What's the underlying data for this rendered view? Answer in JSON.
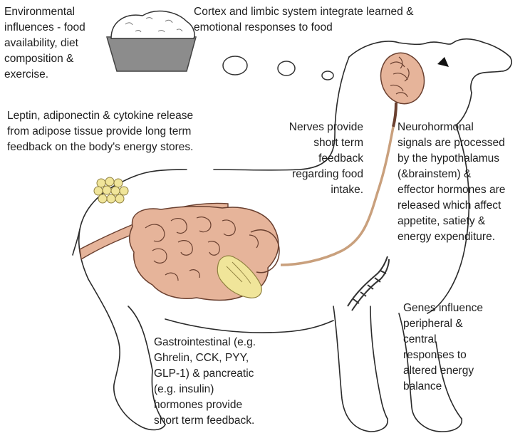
{
  "labels": {
    "environment": "Environmental\ninfluences - food\navailability, diet\ncomposition &\nexercise.",
    "cortex": "Cortex and limbic system integrate learned &\nemotional responses to food",
    "adipose": "Leptin, adiponectin & cytokine release\nfrom adipose tissue provide long term\nfeedback on the body's energy stores.",
    "nerves": "Nerves provide\nshort term\nfeedback\nregarding food\nintake.",
    "hypothalamus": "Neurohormonal\nsignals are processed\nby the hypothalamus\n(&brainstem) &\neffector hormones are\nreleased which affect\nappetite, satiety &\nenergy expenditure.",
    "genes": "Genes influence\nperipheral &\ncentral\nresponses to\naltered energy\nbalance",
    "gastro": "Gastrointestinal (e.g.\nGhrelin, CCK, PYY,\nGLP-1) & pancreatic\n(e.g. insulin)\nhormones provide\nshort term feedback."
  },
  "colors": {
    "organ_fill": "#e6b49a",
    "organ_stroke": "#6a4030",
    "fat_fill": "#f0e59a",
    "bowl_fill": "#8c8c8c",
    "outline": "#2a2a2a"
  }
}
